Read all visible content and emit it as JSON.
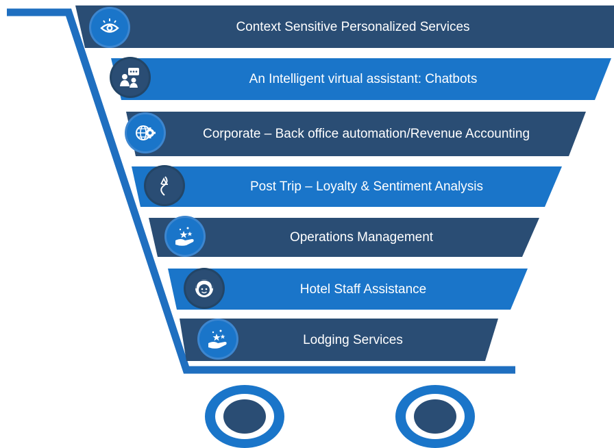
{
  "colors": {
    "dark": "#2a4d74",
    "bright": "#1a75c9",
    "frame": "#1f6fc0",
    "wheel_outer": "#1a75c9",
    "wheel_inner": "#2a4d74"
  },
  "tiers": [
    {
      "label": "Context Sensitive Personalized Services",
      "icon": "eye-icon",
      "shade": "dark"
    },
    {
      "label": "An Intelligent virtual assistant: Chatbots",
      "icon": "chatbot-icon",
      "shade": "bright"
    },
    {
      "label": "Corporate – Back office automation/Revenue Accounting",
      "icon": "globe-gear-icon",
      "shade": "dark"
    },
    {
      "label": "Post Trip –  Loyalty & Sentiment Analysis",
      "icon": "route-icon",
      "shade": "bright"
    },
    {
      "label": "Operations Management",
      "icon": "hand-stars-icon",
      "shade": "dark"
    },
    {
      "label": "Hotel Staff Assistance",
      "icon": "receptionist-icon",
      "shade": "bright"
    },
    {
      "label": "Lodging Services",
      "icon": "hand-stars-icon",
      "shade": "dark"
    }
  ]
}
